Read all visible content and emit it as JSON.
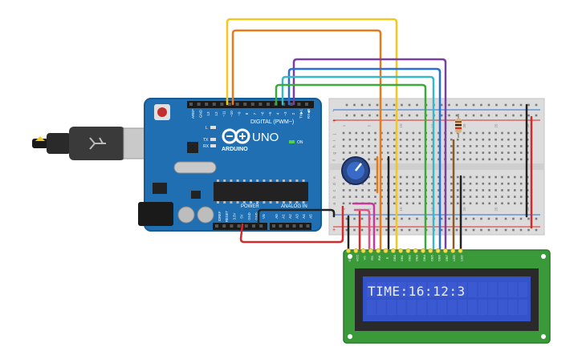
{
  "arduino": {
    "brand": "ARDUINO",
    "model": "UNO",
    "digital_label": "DIGITAL (PWM~)",
    "power_label": "POWER",
    "analog_label": "ANALOG IN",
    "on_label": "ON",
    "led_labels": [
      "L",
      "TX",
      "RX"
    ],
    "digital_pins": [
      "AREF",
      "GND",
      "13",
      "12",
      "~11",
      "~10",
      "~9",
      "8",
      "7",
      "~6",
      "~5",
      "4",
      "~3",
      "2",
      "TX▶1",
      "RX◀0"
    ],
    "power_pins": [
      "IOREF",
      "RESET",
      "3.3V",
      "5V",
      "GND",
      "GND",
      "Vin"
    ],
    "analog_pins": [
      "A0",
      "A1",
      "A2",
      "A3",
      "A4",
      "A5"
    ],
    "color_board": "#1f6fb2",
    "color_board_dark": "#185a93"
  },
  "breadboard": {
    "col_numbers": [
      "1",
      "5",
      "10",
      "15",
      "20",
      "25",
      "30"
    ],
    "row_letters_top": [
      "j",
      "i",
      "h",
      "g",
      "f"
    ],
    "row_letters_bottom": [
      "e",
      "d",
      "c",
      "b",
      "a"
    ],
    "rail_plus": "+",
    "rail_minus": "-"
  },
  "lcd": {
    "text": "TIME:16:12:3",
    "pin_labels": [
      "GND",
      "VCC",
      "V0",
      "RS",
      "RW",
      "E",
      "DB0",
      "DB1",
      "DB2",
      "DB3",
      "DB4",
      "DB5",
      "DB6",
      "DB7",
      "LED",
      "LED"
    ],
    "color_pcb": "#3a9a3a",
    "color_screen": "#3553c8"
  },
  "colors": {
    "wire_yellow": "#f2c81e",
    "wire_orange": "#e87a1a",
    "wire_purple": "#7a3fa0",
    "wire_blue": "#2a6fd6",
    "wire_cyan": "#3bb8c8",
    "wire_green": "#3aaa3a",
    "wire_red": "#d62a2a",
    "wire_black": "#222222",
    "wire_brown": "#8a5a2a",
    "wire_magenta": "#c8389a",
    "wire_pink": "#e0508a"
  }
}
